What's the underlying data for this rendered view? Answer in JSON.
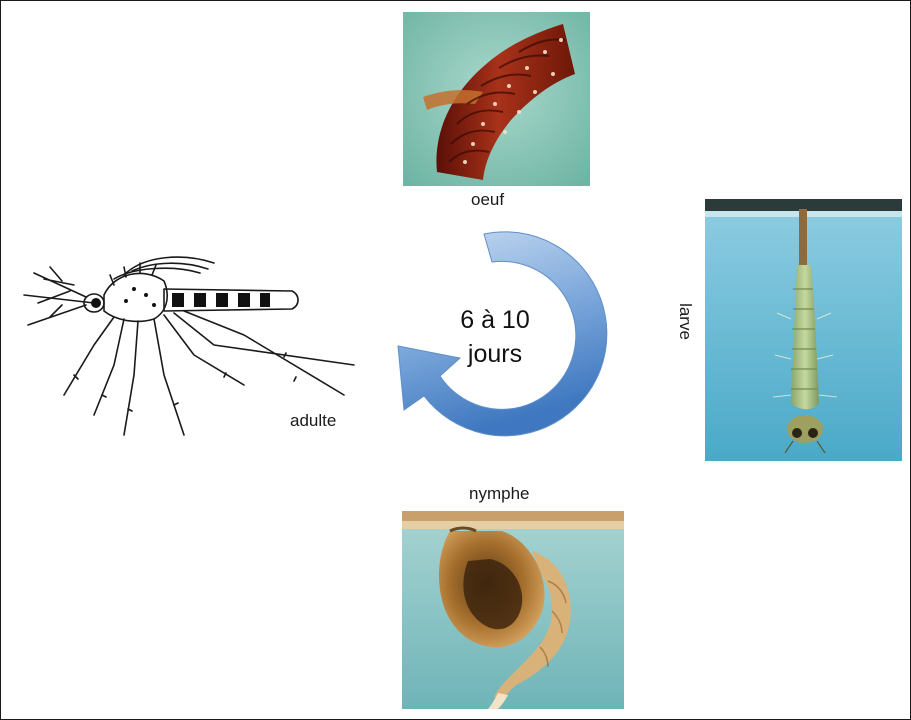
{
  "labels": {
    "egg": "oeuf",
    "larva": "larve",
    "pupa": "nymphe",
    "adult": "adulte"
  },
  "cycle": {
    "line1": "6 à 10",
    "line2": "jours"
  },
  "colors": {
    "arrow_light": "#b9d2ee",
    "arrow_dark": "#3f78c0",
    "water_green": "#7fc1b3",
    "water_blue": "#5ab7d4",
    "egg_red": "#8e2410",
    "pupa_brown": "#a66a2a"
  }
}
